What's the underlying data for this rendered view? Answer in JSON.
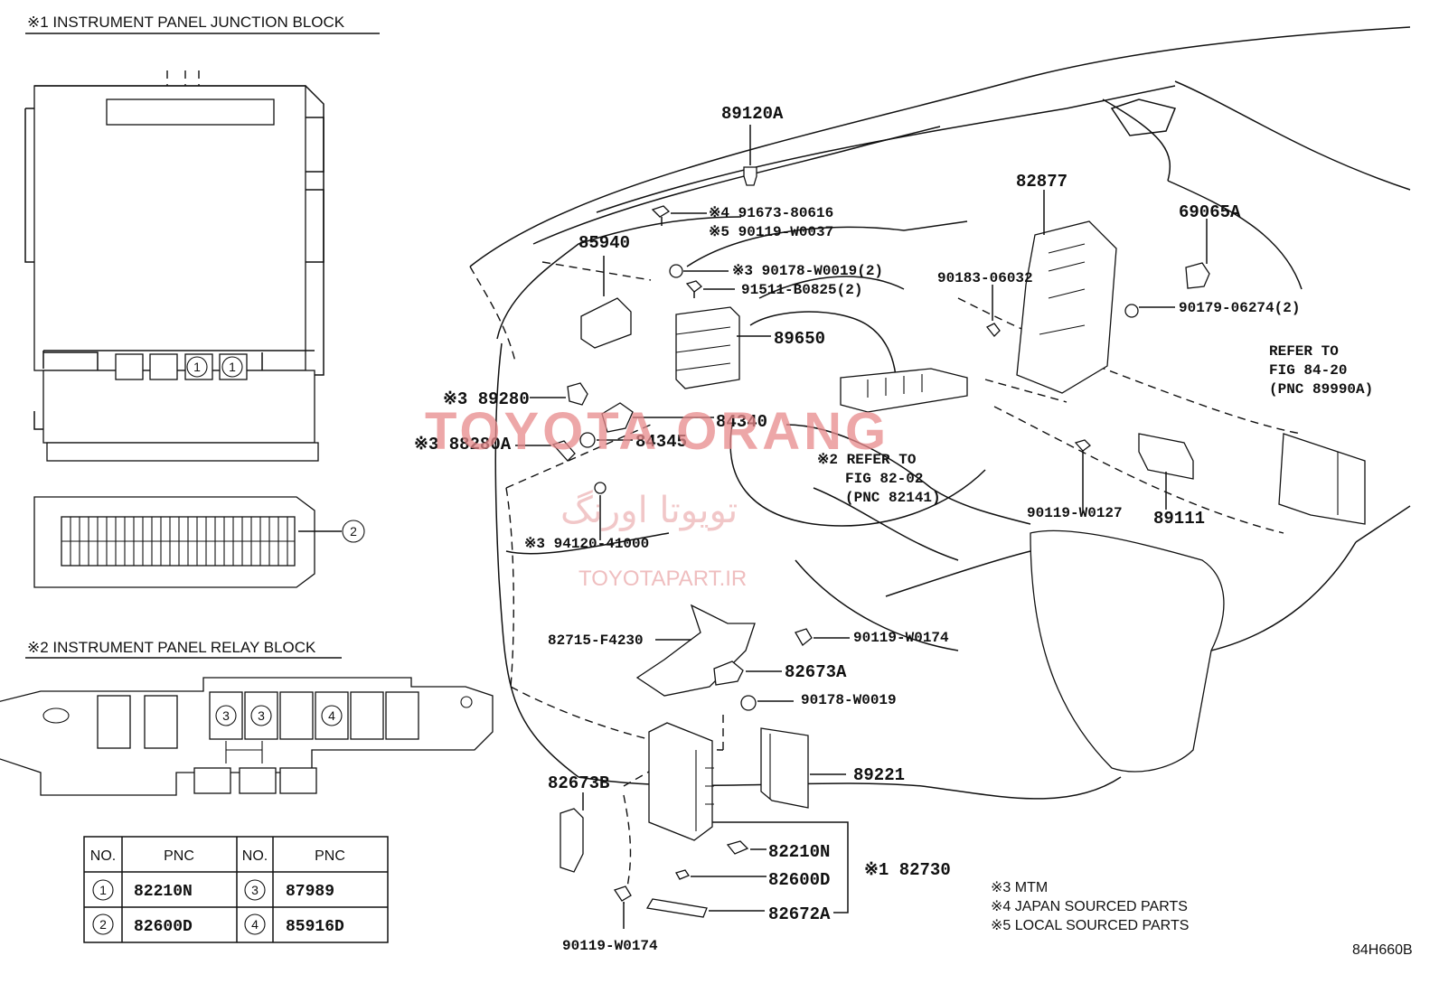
{
  "section_titles": {
    "junction_block": "※1 INSTRUMENT PANEL JUNCTION BLOCK",
    "relay_block": "※2 INSTRUMENT PANEL RELAY BLOCK"
  },
  "part_labels": {
    "p89120A": "89120A",
    "p82877": "82877",
    "p69065A": "69065A",
    "p85940": "85940",
    "p91673": "※4 91673-80616",
    "p90119_W0037": "※5 90119-W0037",
    "p90178_2": "※3 90178-W0019(2)",
    "p91511": "91511-B0825(2)",
    "p90183": "90183-06032",
    "p90179": "90179-06274(2)",
    "p89650": "89650",
    "p89280": "※3 89280",
    "p84340": "84340",
    "p84345": "84345",
    "p88280A": "※3 88280A",
    "p94120": "※3 94120-41000",
    "p90119_W0127": "90119-W0127",
    "p89111": "89111",
    "p82715": "82715-F4230",
    "p90119_W0174a": "90119-W0174",
    "p82673A": "82673A",
    "p90178": "90178-W0019",
    "p89221": "89221",
    "p82673B": "82673B",
    "p82210N": "82210N",
    "p82600D": "82600D",
    "p82672A": "82672A",
    "p82730": "※1 82730",
    "p90119_W0174b": "90119-W0174"
  },
  "refer_82": {
    "line1": "※2 REFER TO",
    "line2": "FIG 82-02",
    "line3": "(PNC 82141)"
  },
  "refer_84": {
    "line1": "REFER TO",
    "line2": "FIG 84-20",
    "line3": "(PNC 89990A)"
  },
  "callout_markers": {
    "jb_left": "1",
    "jb_right": "1",
    "jb_side": "2",
    "rb_a": "3",
    "rb_b": "3",
    "rb_c": "4"
  },
  "pnc_table": {
    "headers": [
      "NO.",
      "PNC",
      "NO.",
      "PNC"
    ],
    "rows": [
      {
        "no_a": "1",
        "pnc_a": "82210N",
        "no_b": "3",
        "pnc_b": "87989"
      },
      {
        "no_a": "2",
        "pnc_a": "82600D",
        "no_b": "4",
        "pnc_b": "85916D"
      }
    ]
  },
  "notes": {
    "n3": "※3 MTM",
    "n4": "※4 JAPAN SOURCED PARTS",
    "n5": "※5 LOCAL SOURCED PARTS"
  },
  "diagram_code": "84H660B",
  "watermark": {
    "brand": "TOYOTA ORANG",
    "persian": "تویوتا اورنگ",
    "site": "TOYOTAPART.IR"
  }
}
